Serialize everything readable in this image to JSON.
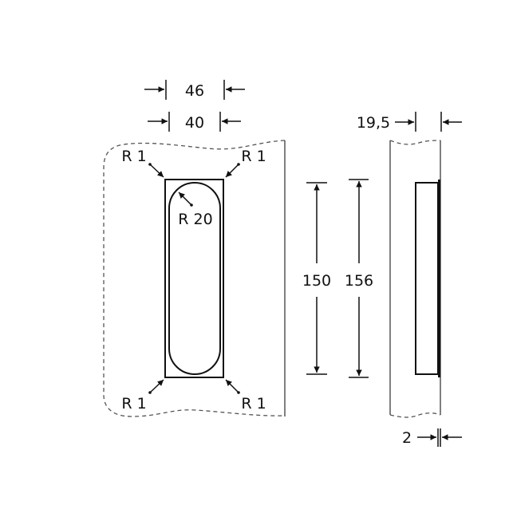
{
  "dimensions": {
    "outer_width": "46",
    "inner_width": "40",
    "inner_height": "150",
    "outer_height": "156",
    "depth": "19,5",
    "flange": "2"
  },
  "radii": {
    "corner_top_left": "R 1",
    "corner_top_right": "R 1",
    "corner_bottom_left": "R 1",
    "corner_bottom_right": "R 1",
    "recess": "R 20"
  },
  "colors": {
    "line": "#111111",
    "door": "#555555"
  }
}
